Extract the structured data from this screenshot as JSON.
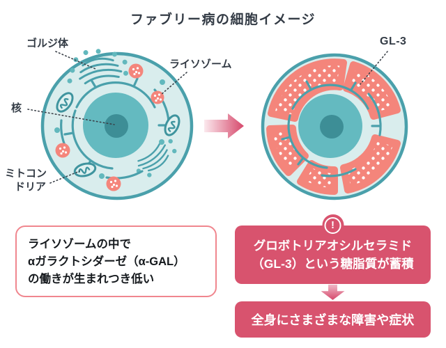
{
  "title": "ファブリー病の細胞イメージ",
  "colors": {
    "accent_pink": "#d8536e",
    "salmon": "#f4857b",
    "teal": "#4aa0ab",
    "cell_fill": "#d9eded",
    "nucleus_fill": "#64bac0",
    "nucleolus_fill": "#3d8e96",
    "text_dark": "#333b45",
    "note_border": "#f0868e",
    "arrow_pink": "#d6486b"
  },
  "diagram": {
    "normal_cell": {
      "labels": {
        "golgi": "ゴルジ体",
        "lysosome": "ライソゾーム",
        "nucleus": "核",
        "mitochondria_line1": "ミトコン",
        "mitochondria_line2": "ドリア"
      }
    },
    "fabry_cell": {
      "labels": {
        "gl3": "GL-3"
      }
    }
  },
  "callouts": {
    "cause_note": {
      "lines": [
        "ライソゾームの中で",
        "αガラクトシダーゼ（α-GAL）",
        "の働きが生まれつき低い"
      ]
    },
    "result_flow": {
      "alert": "!",
      "accumulation_lines": [
        "グロボトリアオシルセラミド",
        "（GL-3）という糖脂質が蓄積"
      ],
      "symptoms": "全身にさまざまな障害や症状"
    }
  }
}
